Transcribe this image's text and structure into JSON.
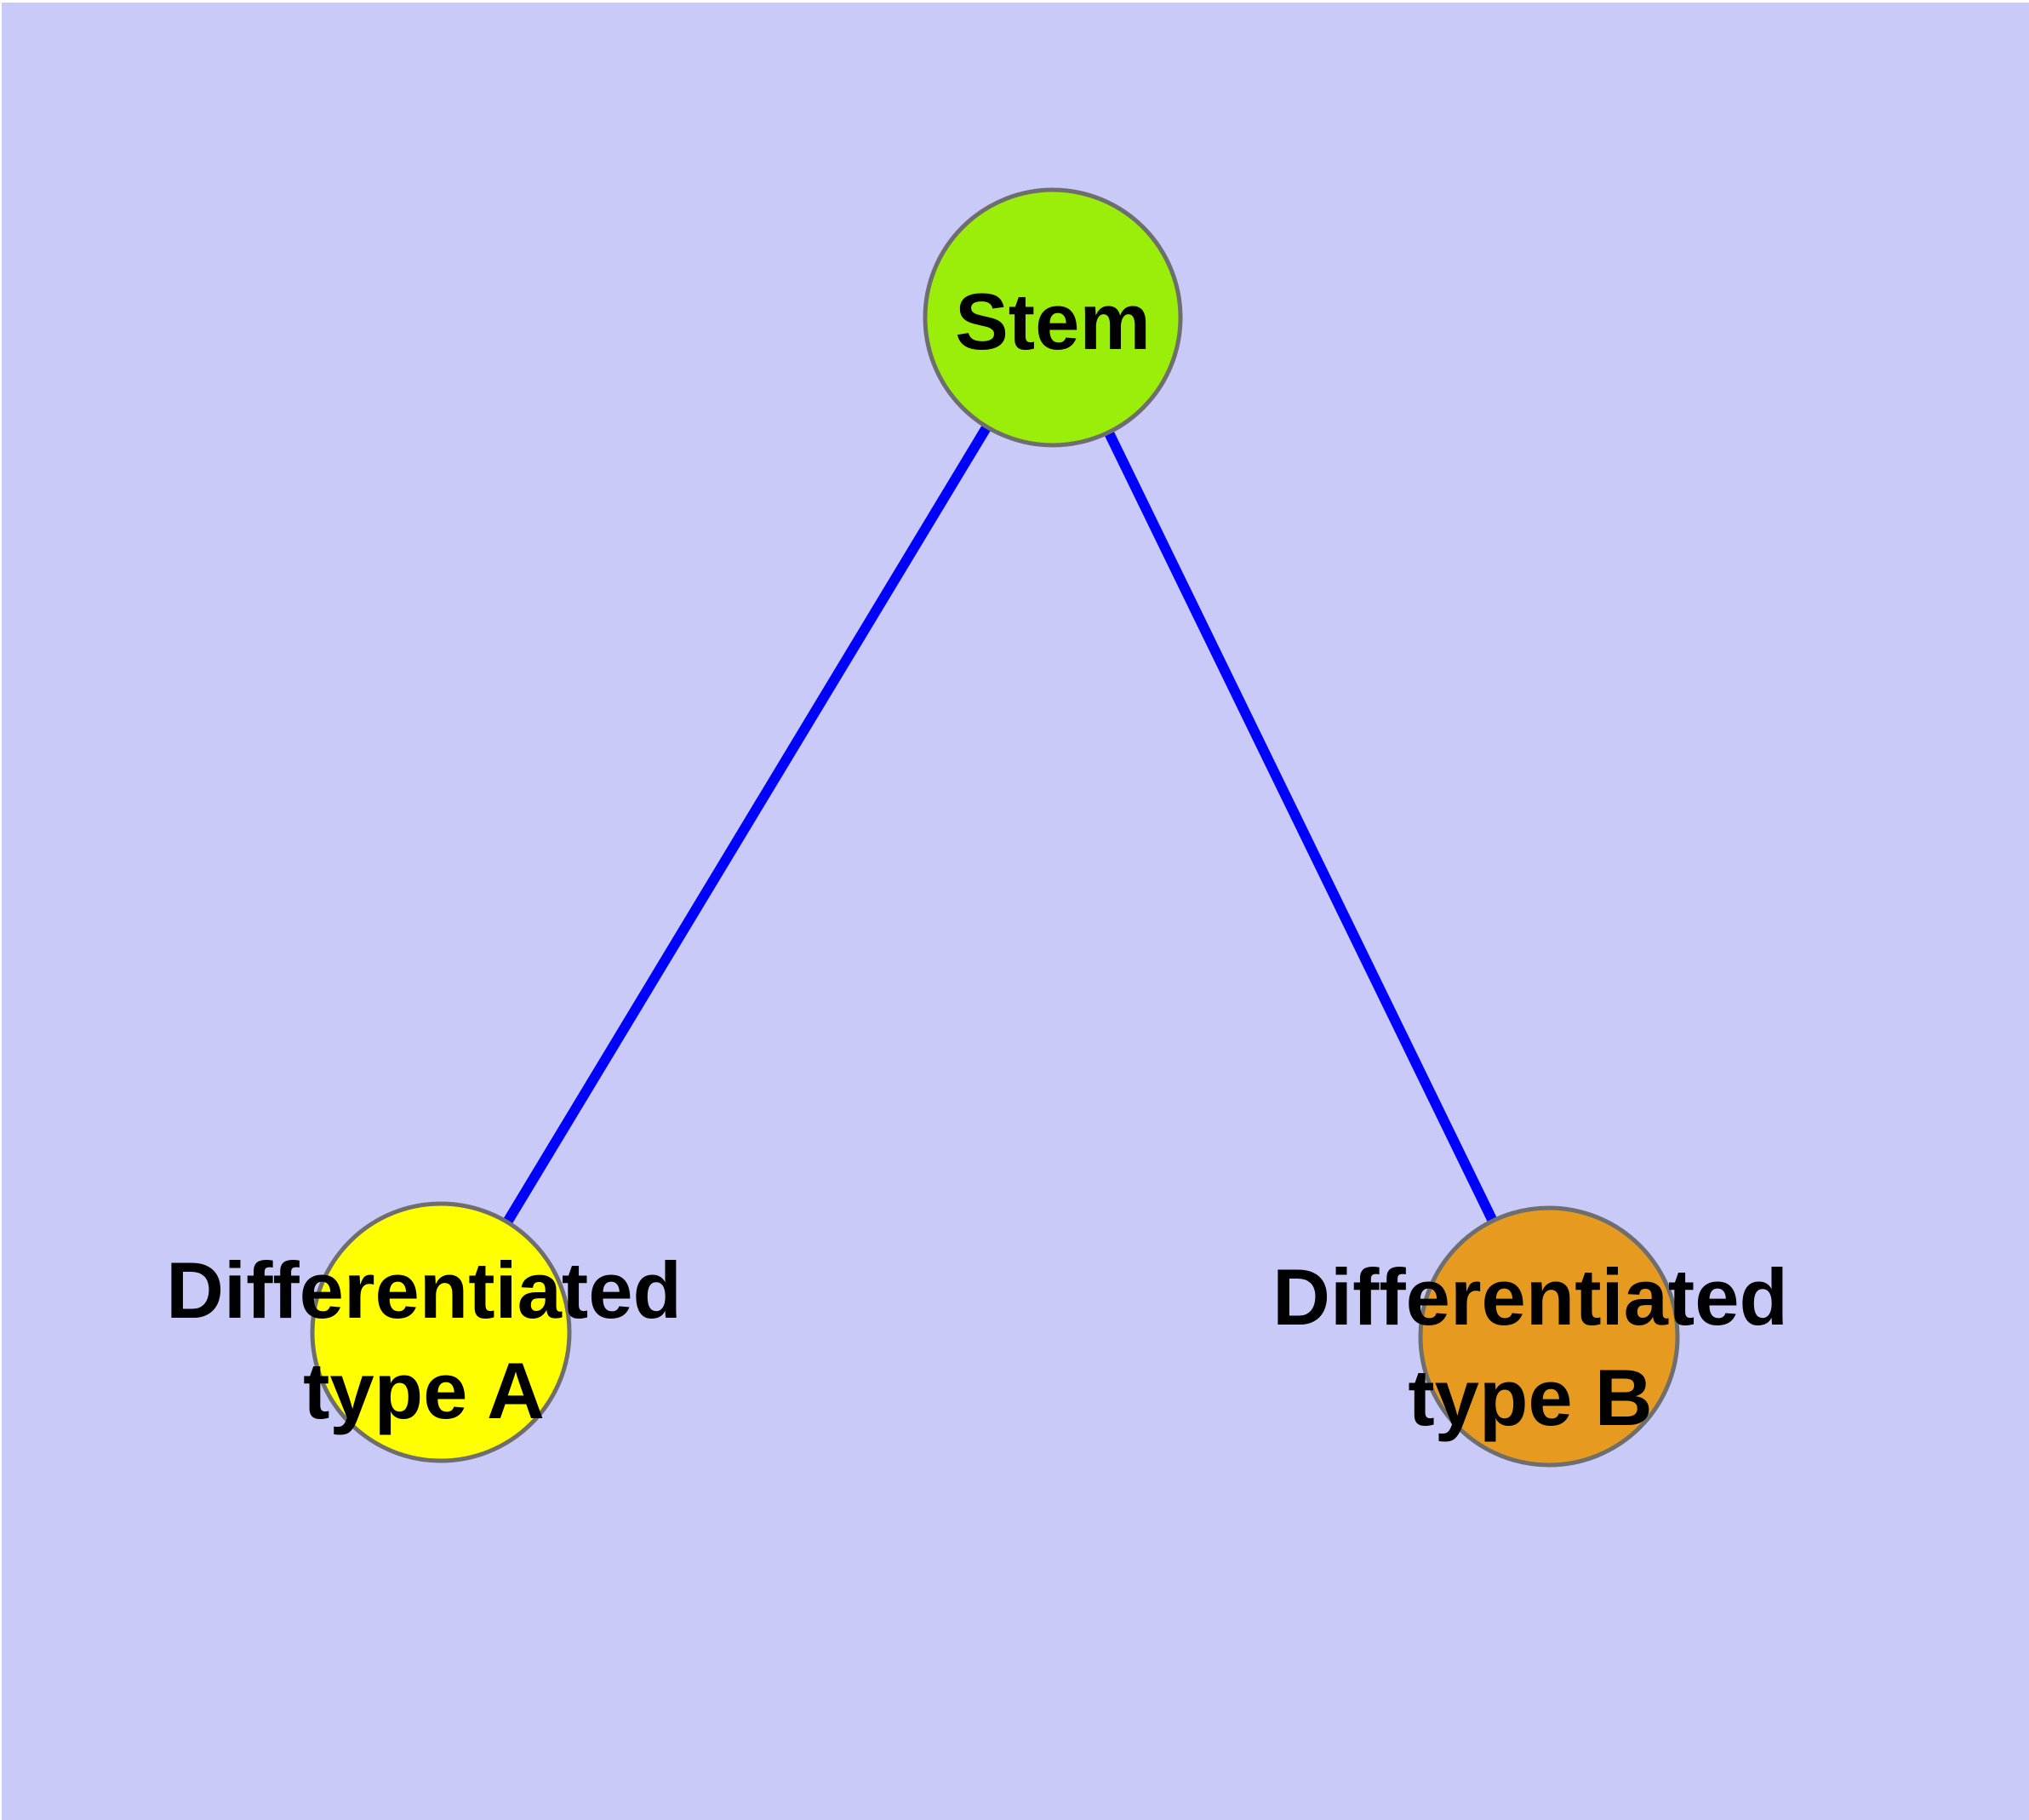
{
  "diagram": {
    "background_color": "#CACAF8",
    "frame_color": "#FFFFFF",
    "edge_color": "#0000FF",
    "node_border_color": "#6E6E6E",
    "label_color": "#000000",
    "nodes": [
      {
        "id": "stem",
        "label": "Stem",
        "color": "#9AEE0A"
      },
      {
        "id": "differentiated-type-a",
        "label": "Differentiated type A",
        "lines": [
          "Differentiated",
          "type A"
        ],
        "color": "#FFFF00"
      },
      {
        "id": "differentiated-type-b",
        "label": "Differentiated type B",
        "lines": [
          "Differentiated",
          "type B"
        ],
        "color": "#E79A20"
      }
    ],
    "edges": [
      {
        "from": "Stem",
        "to": "Differentiated type A"
      },
      {
        "from": "Stem",
        "to": "Differentiated type B"
      }
    ]
  }
}
